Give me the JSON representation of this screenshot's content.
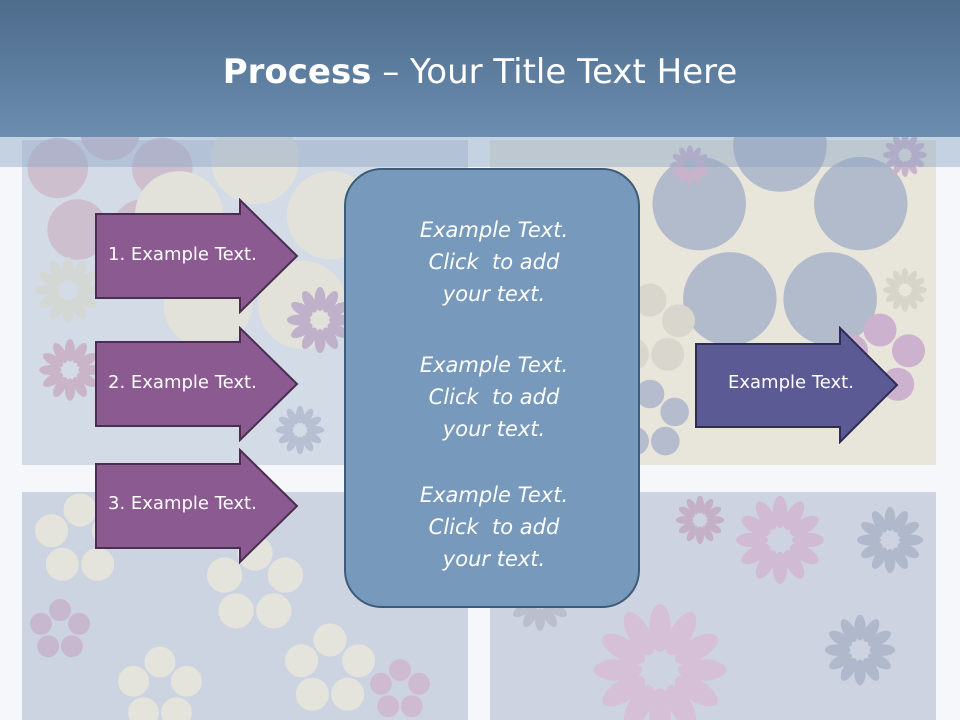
{
  "slide": {
    "title_bold": "Process",
    "title_rest": " – Your Title Text Here"
  },
  "left_arrows": [
    {
      "label": "1. Example Text."
    },
    {
      "label": "2. Example Text."
    },
    {
      "label": "3. Example Text."
    }
  ],
  "center_box": {
    "blocks": [
      {
        "line1": "Example Text.",
        "line2": "Click  to add",
        "line3": "your text."
      },
      {
        "line1": "Example Text.",
        "line2": "Click  to add",
        "line3": "your text."
      },
      {
        "line1": "Example Text.",
        "line2": "Click  to add",
        "line3": "your text."
      }
    ]
  },
  "right_arrow": {
    "label": "Example Text."
  },
  "colors": {
    "title_bar": "#5a7a9c",
    "left_arrow_fill": "#8a5a90",
    "right_arrow_fill": "#5c5a94",
    "center_box_fill": "#7799bc"
  }
}
